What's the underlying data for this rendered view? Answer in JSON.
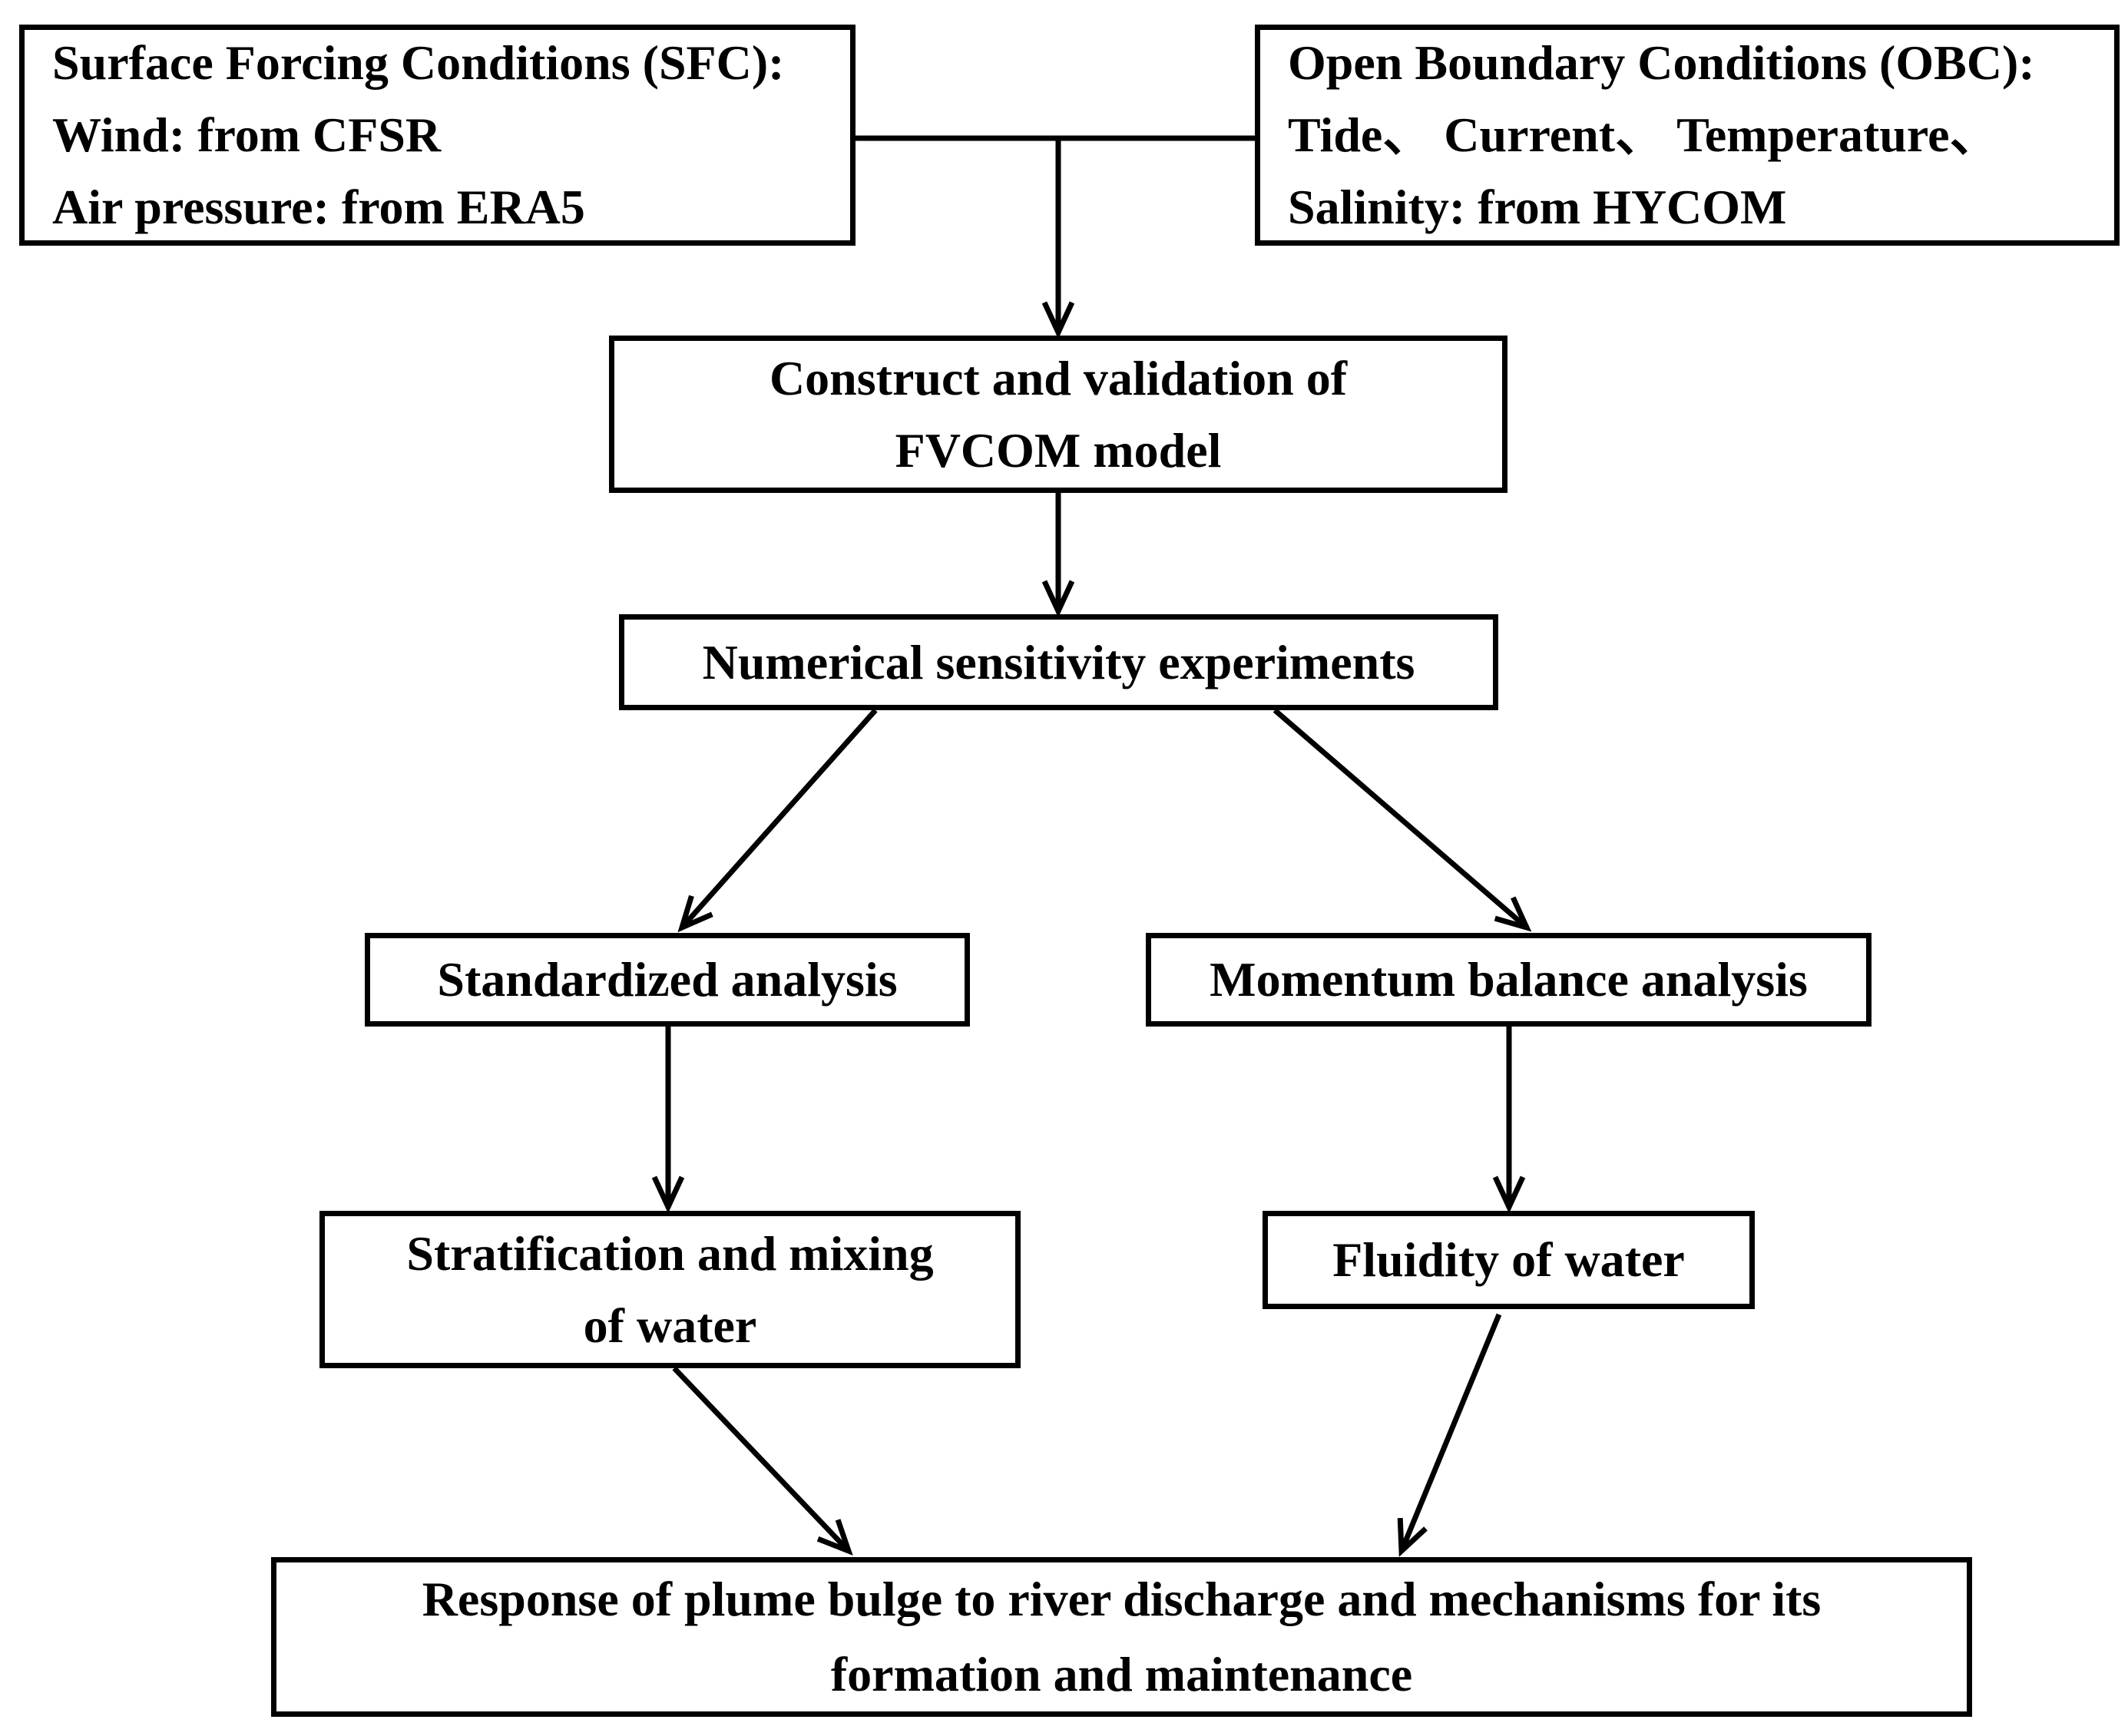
{
  "diagram": {
    "background_color": "#ffffff",
    "line_color": "#000000",
    "nodes": {
      "sfc": {
        "lines": [
          "Surface Forcing Conditions (SFC):",
          "Wind: from CFSR",
          "Air pressure: from ERA5"
        ]
      },
      "obc": {
        "lines": [
          "Open Boundary Conditions (OBC):",
          "Tide、 Current、 Temperature、",
          "Salinity: from HYCOM"
        ]
      },
      "construct": {
        "lines": [
          "Construct and validation of",
          "FVCOM model"
        ]
      },
      "numerical": {
        "lines": [
          "Numerical sensitivity experiments"
        ]
      },
      "standardized": {
        "lines": [
          "Standardized analysis"
        ]
      },
      "momentum": {
        "lines": [
          "Momentum balance analysis"
        ]
      },
      "stratification": {
        "lines": [
          "Stratification and mixing",
          "of water"
        ]
      },
      "fluidity": {
        "lines": [
          "Fluidity of water"
        ]
      },
      "response": {
        "lines": [
          "Response of plume bulge to river discharge and mechanisms for its",
          "formation and maintenance"
        ]
      }
    },
    "edges": [
      {
        "from": "sfc",
        "to": "construct"
      },
      {
        "from": "obc",
        "to": "construct"
      },
      {
        "from": "construct",
        "to": "numerical"
      },
      {
        "from": "numerical",
        "to": "standardized"
      },
      {
        "from": "numerical",
        "to": "momentum"
      },
      {
        "from": "standardized",
        "to": "stratification"
      },
      {
        "from": "momentum",
        "to": "fluidity"
      },
      {
        "from": "stratification",
        "to": "response"
      },
      {
        "from": "fluidity",
        "to": "response"
      }
    ]
  }
}
